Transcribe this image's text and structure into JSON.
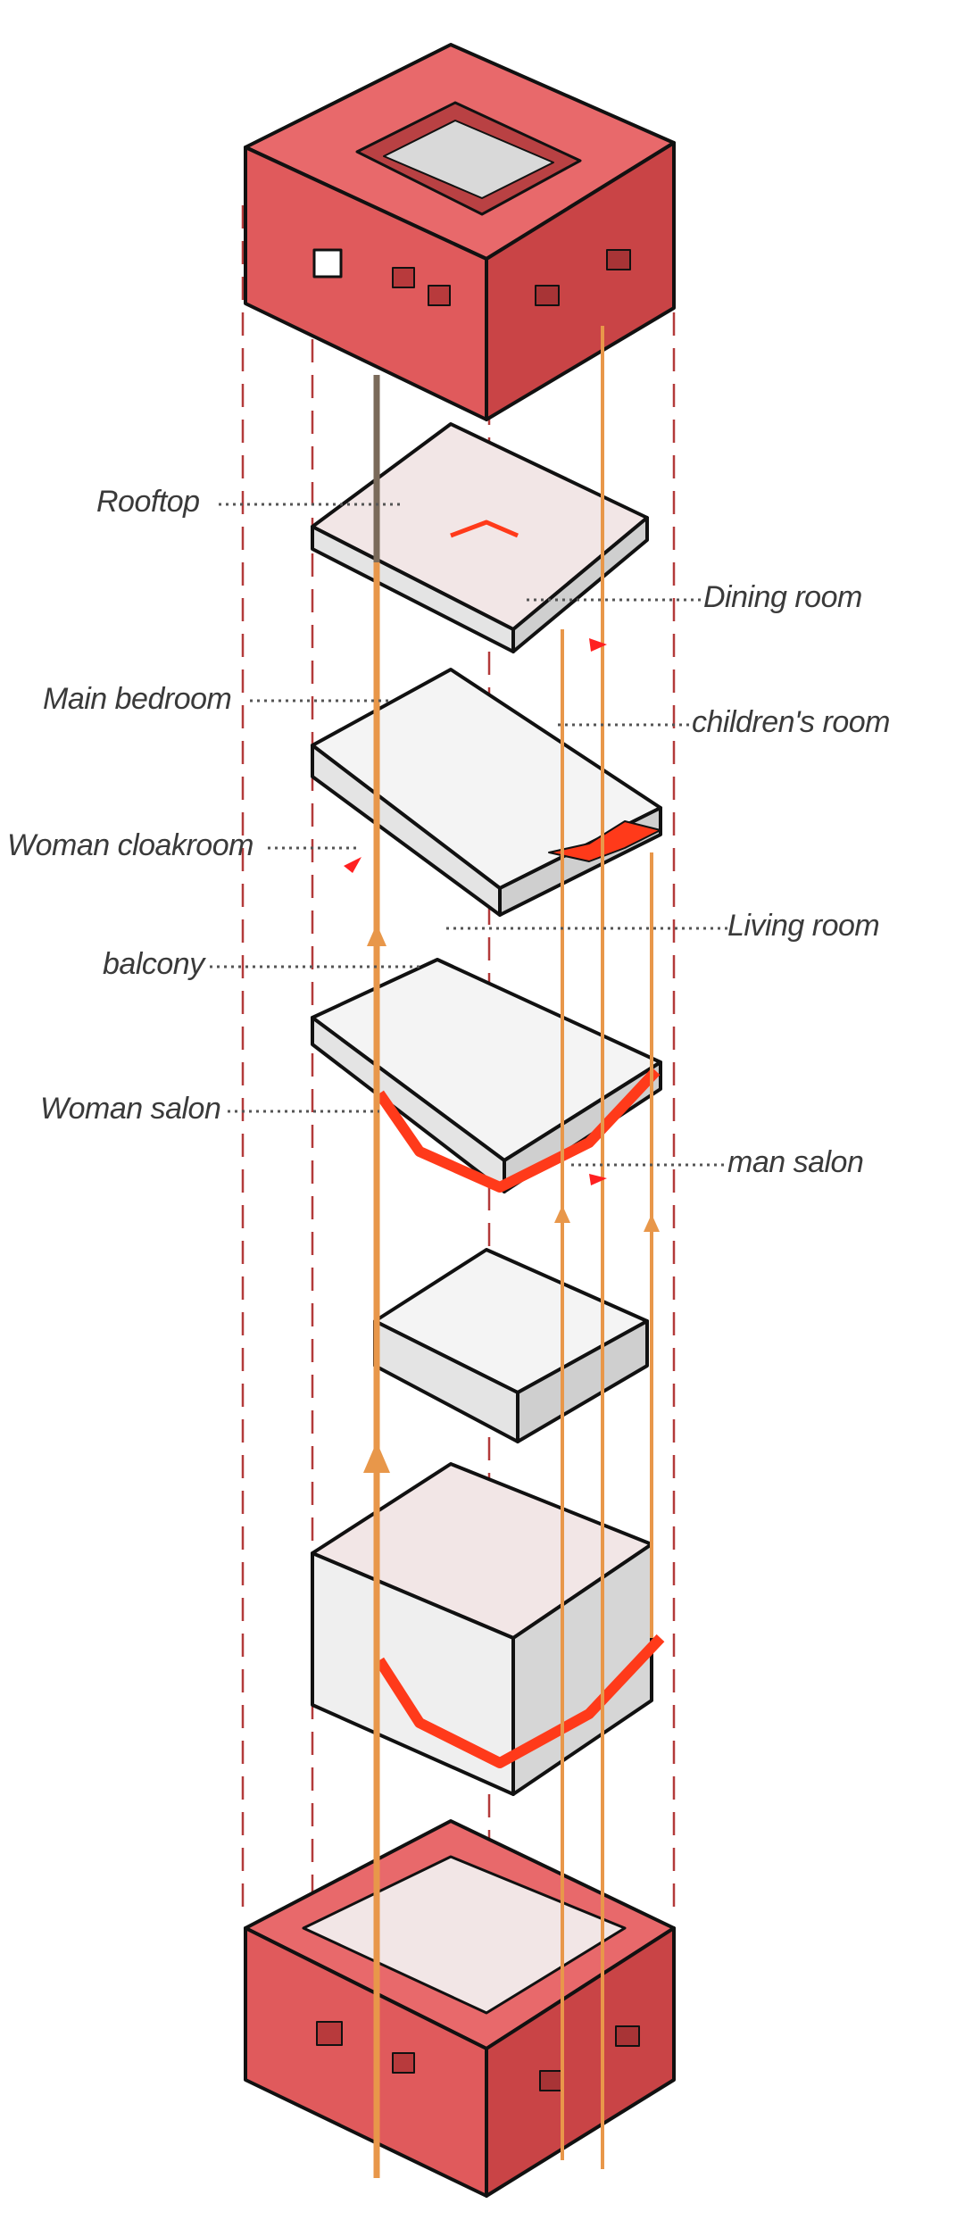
{
  "labels": {
    "rooftop": "Rooftop",
    "dining_room": "Dining  room",
    "main_bedroom": "Main  bedroom",
    "childrens_room": "children's room",
    "woman_cloakroom": "Woman cloakroom",
    "living_room": "Living room",
    "balcony": "balcony",
    "woman_salon": "Woman salon",
    "man_salon": "man salon"
  },
  "colors": {
    "facade_red": "#e05a5c",
    "facade_dark": "#c94446",
    "floor_white": "#f4f4f4",
    "stair_red": "#ff3a1a",
    "circulation_orange": "#e8974a",
    "guide_dash": "#b33a3a",
    "leader_dots": "#555555",
    "outline": "#111111"
  }
}
